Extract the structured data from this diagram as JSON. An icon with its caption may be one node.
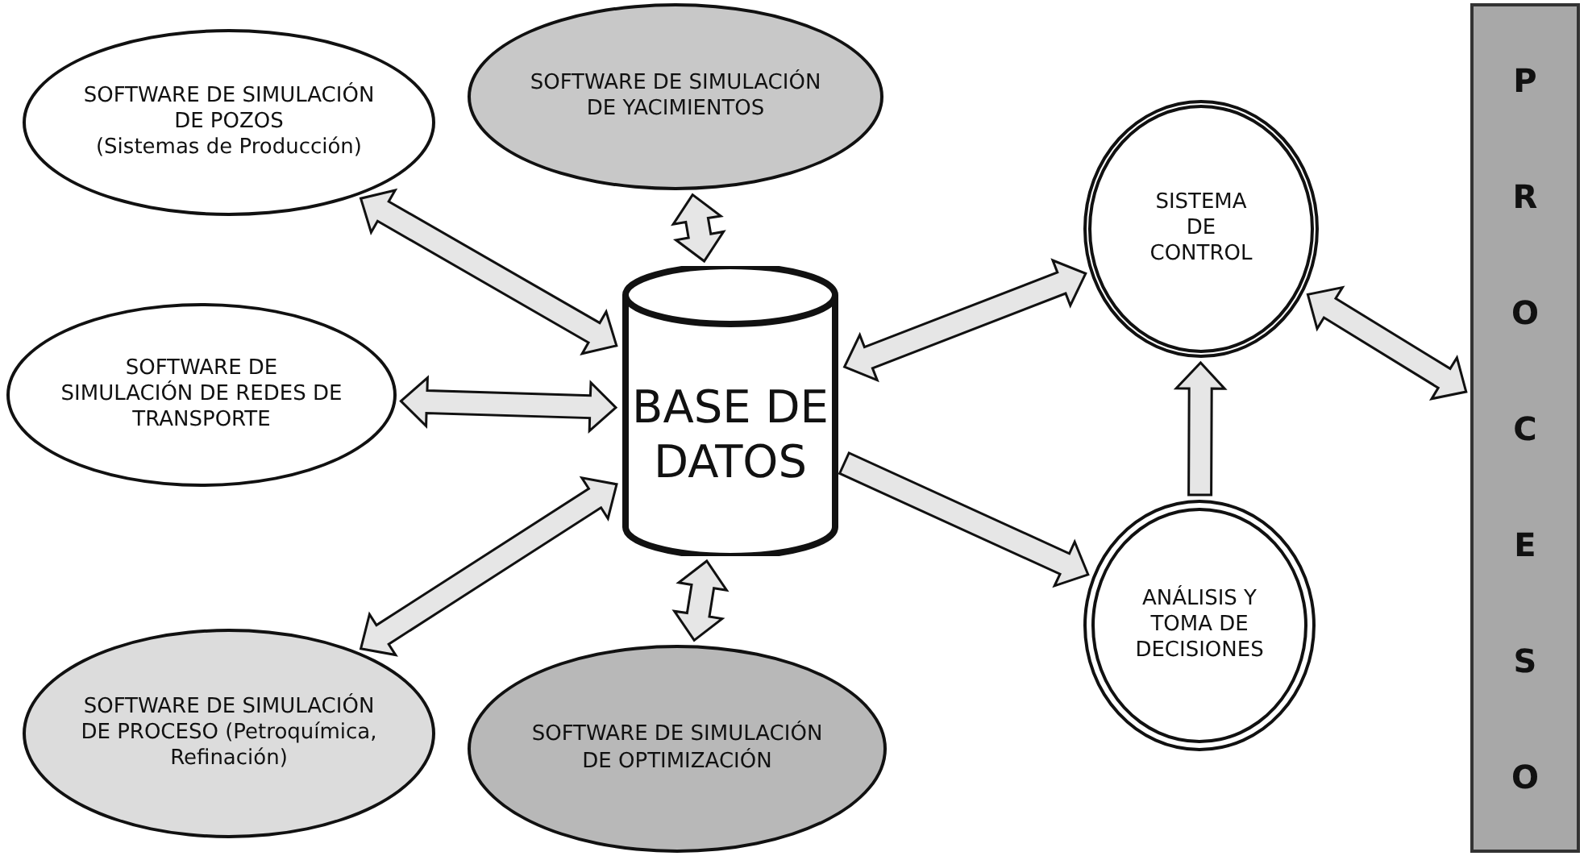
{
  "diagram": {
    "nodes": [
      {
        "text": [
          "SOFTWARE DE SIMULACIÓN DE POZOS",
          "(Sistemas de Producción)"
        ]
      },
      {
        "text": [
          "SOFTWARE DE SIMULACIÓN DE YACIMIENTOS"
        ]
      },
      {
        "text": [
          "SOFTWARE DE SIMULACIÓN DE REDES DE TRANSPORTE"
        ]
      },
      {
        "text": [
          "BASE DE DATOS"
        ]
      },
      {
        "text": [
          "SISTEMA DE CONTROL"
        ]
      },
      {
        "text": [
          "PROCESO"
        ]
      },
      {
        "text": [
          "SOFTWARE DE SIMULACIÓN DE PROCESO (Petroquímica, Refinación)"
        ]
      },
      {
        "text": [
          "SOFTWARE DE SIMULACIÓN DE OPTIMIZACIÓN"
        ]
      },
      {
        "text": [
          "ANÁLISIS Y TOMA DE DECISIONES"
        ]
      }
    ],
    "edges": [
      {
        "from": 0,
        "to": 3,
        "arrow": "both"
      },
      {
        "from": 1,
        "to": 3,
        "arrow": "both"
      },
      {
        "from": 2,
        "to": 3,
        "arrow": "both"
      },
      {
        "from": 6,
        "to": 3,
        "arrow": "both"
      },
      {
        "from": 7,
        "to": 3,
        "arrow": "both"
      },
      {
        "from": 3,
        "to": 4,
        "arrow": "both"
      },
      {
        "from": 3,
        "to": 8,
        "arrow": "to"
      },
      {
        "from": 8,
        "to": 4,
        "arrow": "to"
      },
      {
        "from": 4,
        "to": 5,
        "arrow": "both"
      }
    ]
  }
}
